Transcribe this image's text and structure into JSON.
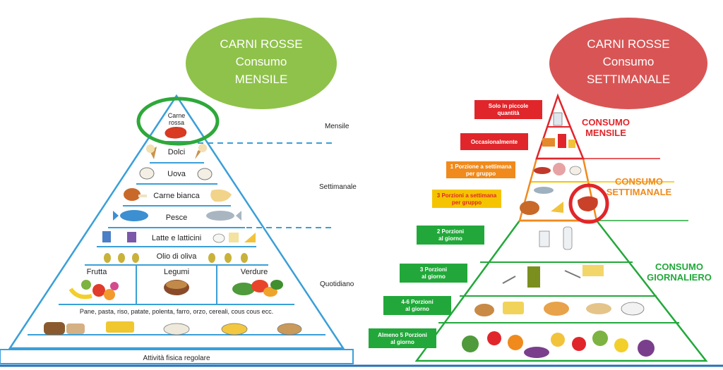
{
  "left_pyramid": {
    "top_label": [
      "Carne",
      "rossa"
    ],
    "levels": {
      "dolci": "Dolci",
      "uova": "Uova",
      "carne_bianca": "Carne bianca",
      "pesce": "Pesce",
      "latte": "Latte e latticini",
      "olio": "Olio di oliva",
      "frutta": "Frutta",
      "legumi": "Legumi",
      "verdure": "Verdure",
      "cereali": "Pane, pasta, riso, patate, polenta, farro, orzo, cereali, cous cous ecc.",
      "attivita": "Attività fisica regolare"
    },
    "side_labels": {
      "mensile": "Mensile",
      "settimanale": "Settimanale",
      "quotidiano": "Quotidiano"
    }
  },
  "oval_left": {
    "line1": "CARNI ROSSE",
    "line2": "Consumo",
    "line3": "MENSILE",
    "color": "#8fc24a"
  },
  "oval_right": {
    "line1": "CARNI ROSSE",
    "line2": "Consumo",
    "line3": "SETTIMANALE",
    "color": "#d95555"
  },
  "right_pyramid": {
    "tags": [
      {
        "l1": "Solo in piccole",
        "l2": "quantità",
        "color": "#e0262b"
      },
      {
        "l1": "Occasionalmente",
        "l2": "",
        "color": "#e0262b"
      },
      {
        "l1": "1 Porzione a settimana",
        "l2": "per gruppo",
        "color": "#f08a1c"
      },
      {
        "l1": "3 Porzioni a settimana",
        "l2": "per gruppo",
        "color": "#f5c400",
        "text_color": "#e0262b"
      },
      {
        "l1": "2 Porzioni",
        "l2": "al giorno",
        "color": "#22a83a"
      },
      {
        "l1": "3 Porzioni",
        "l2": "al giorno",
        "color": "#22a83a"
      },
      {
        "l1": "4-6 Porzioni",
        "l2": "al giorno",
        "color": "#22a83a"
      },
      {
        "l1": "Almeno 5 Porzioni",
        "l2": "al giorno",
        "color": "#22a83a"
      }
    ],
    "consumo_mensile": [
      "CONSUMO",
      "MENSILE"
    ],
    "consumo_settimanale": [
      "CONSUMO",
      "SETTIMANALE"
    ],
    "consumo_giornaliero": [
      "CONSUMO",
      "GIORNALIERO"
    ],
    "colors": {
      "red": "#e0262b",
      "orange": "#f08a1c",
      "green": "#22a83a"
    }
  }
}
